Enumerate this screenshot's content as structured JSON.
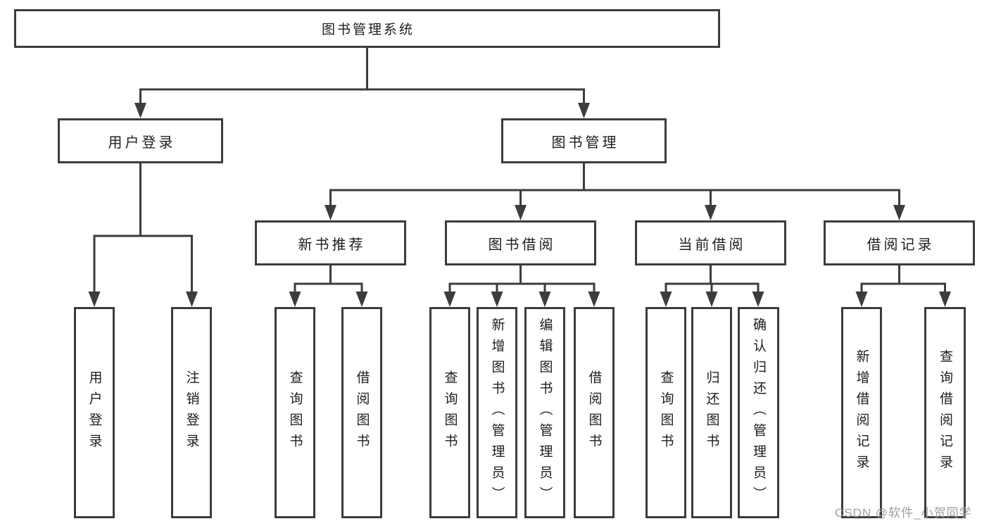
{
  "tree": {
    "root": "图书管理系统",
    "user_login": {
      "label": "用户登录",
      "children": [
        "用户登录",
        "注销登录"
      ]
    },
    "book_mgmt": {
      "label": "图书管理",
      "sections": [
        {
          "label": "新书推荐",
          "children": [
            "查询图书",
            "借阅图书"
          ]
        },
        {
          "label": "图书借阅",
          "children": [
            "查询图书",
            "新增图书（管理员）",
            "编辑图书（管理员）",
            "借阅图书"
          ]
        },
        {
          "label": "当前借阅",
          "children": [
            "查询图书",
            "归还图书",
            "确认归还（管理员）"
          ]
        },
        {
          "label": "借阅记录",
          "children": [
            "新增借阅记录",
            "查询借阅记录"
          ]
        }
      ]
    }
  },
  "watermark": "CSDN @软件_小贺同学",
  "colors": {
    "line": "#3c3c3c",
    "text": "#1d1d1f",
    "watermark": "#9e9ea2",
    "background": "#ffffff"
  }
}
